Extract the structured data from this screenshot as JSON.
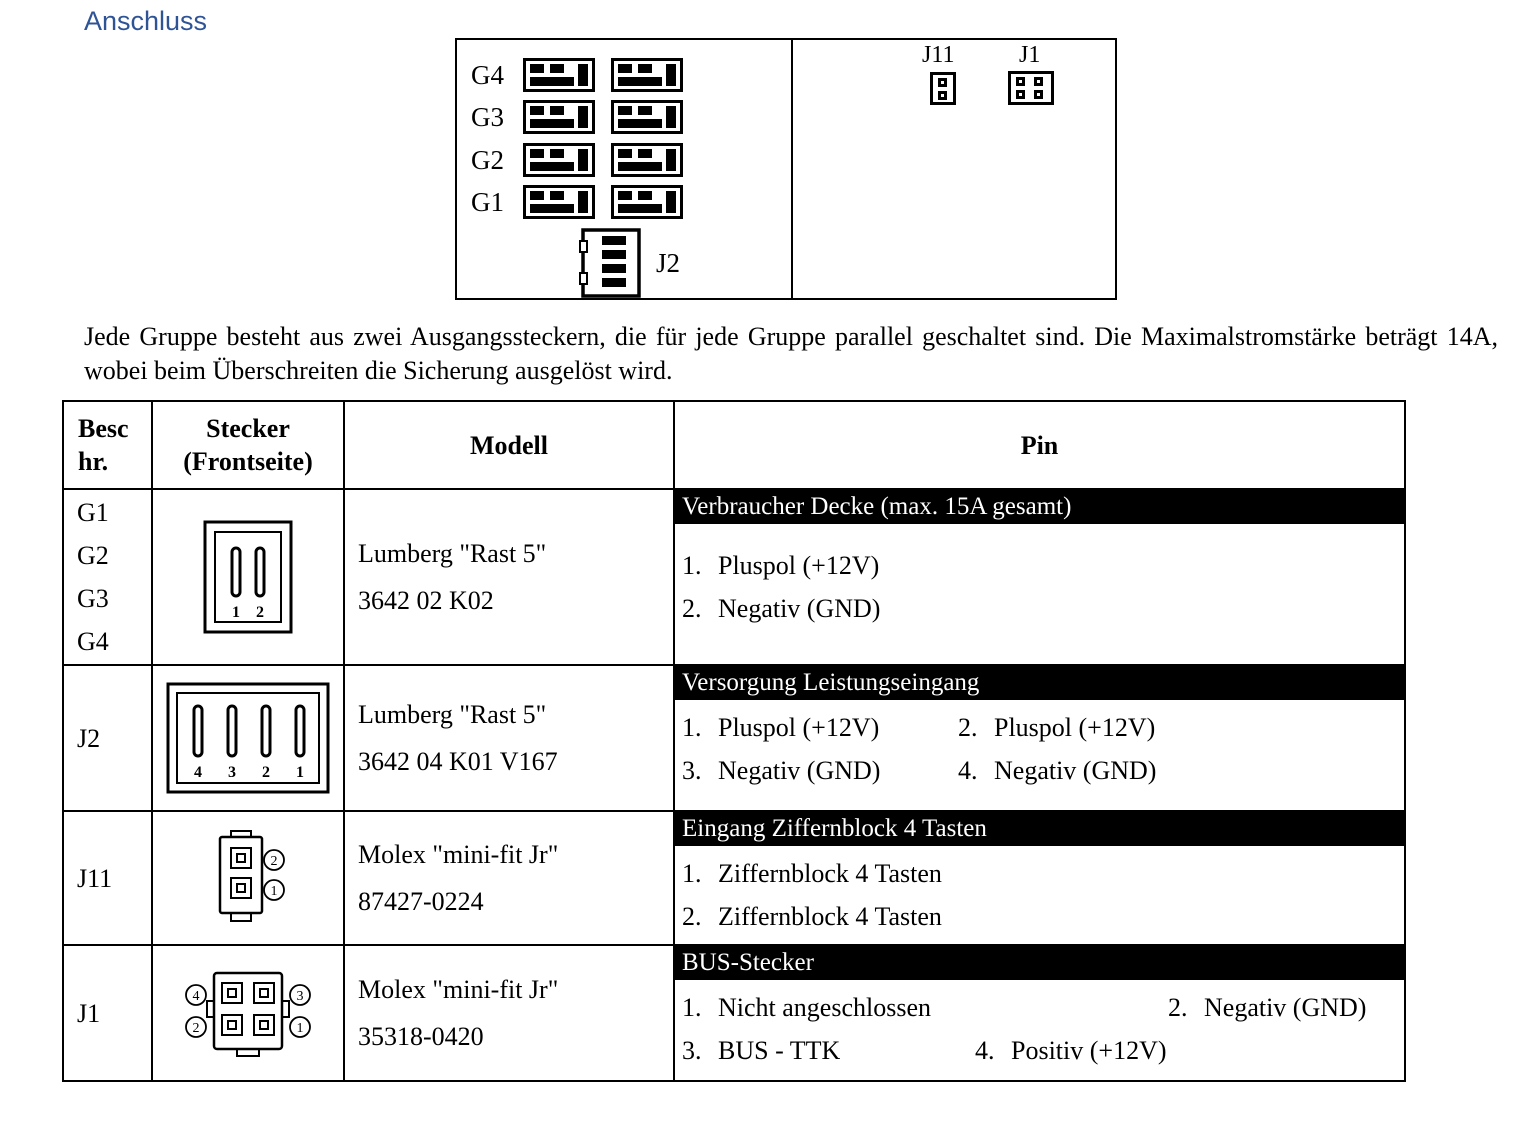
{
  "heading": "Anschluss",
  "colors": {
    "heading": "#2F5496",
    "pin_band_bg": "#000000",
    "pin_band_text": "#FFFFFF"
  },
  "diagram": {
    "group_labels": [
      "G4",
      "G3",
      "G2",
      "G1"
    ],
    "j2_label": "J2",
    "j11_label": "J11",
    "j1_label": "J1"
  },
  "paragraph": "Jede Gruppe besteht aus zwei Ausgangssteckern, die für jede Gruppe parallel geschaltet sind. Die Maximalstromstärke beträgt 14A, wobei beim Überschreiten die Sicherung ausgelöst wird.",
  "table": {
    "headers": {
      "beschr": [
        "Besc",
        "hr."
      ],
      "stecker": [
        "Stecker",
        "(Frontseite)"
      ],
      "modell": "Modell",
      "pin": "Pin"
    },
    "rows": [
      {
        "beschr": [
          "G1",
          "G2",
          "G3",
          "G4"
        ],
        "stecker_pins": [
          "1",
          "2"
        ],
        "modell": [
          "Lumberg \"Rast 5\"",
          "3642 02 K02"
        ],
        "pin_header": "Verbraucher Decke (max. 15A gesamt)",
        "pins": [
          {
            "m": "1.",
            "t": "Pluspol (+12V)"
          },
          {
            "m": "2.",
            "t": "Negativ (GND)"
          }
        ]
      },
      {
        "beschr": [
          "J2"
        ],
        "stecker_pins": [
          "4",
          "3",
          "2",
          "1"
        ],
        "modell": [
          "Lumberg \"Rast 5\"",
          "3642 04 K01 V167"
        ],
        "pin_header": "Versorgung Leistungseingang",
        "pins": [
          {
            "m": "1.",
            "t": "Pluspol (+12V)"
          },
          {
            "m": "2.",
            "t": "Pluspol (+12V)"
          },
          {
            "m": "3.",
            "t": "Negativ (GND)"
          },
          {
            "m": "4.",
            "t": "Negativ (GND)"
          }
        ]
      },
      {
        "beschr": [
          "J11"
        ],
        "stecker_pins": [
          "2",
          "1"
        ],
        "modell": [
          "Molex \"mini-fit Jr\"",
          "87427-0224"
        ],
        "pin_header": "Eingang Ziffernblock 4 Tasten",
        "pins": [
          {
            "m": "1.",
            "t": "Ziffernblock 4 Tasten"
          },
          {
            "m": "2.",
            "t": "Ziffernblock 4 Tasten"
          }
        ]
      },
      {
        "beschr": [
          "J1"
        ],
        "stecker_pins": [
          "4",
          "3",
          "2",
          "1"
        ],
        "modell": [
          "Molex \"mini-fit Jr\"",
          "35318-0420"
        ],
        "pin_header": "BUS-Stecker",
        "pins": [
          {
            "m": "1.",
            "t": "Nicht angeschlossen"
          },
          {
            "m": "2.",
            "t": "Negativ (GND)"
          },
          {
            "m": "3.",
            "t": "BUS - TTK"
          },
          {
            "m": "4.",
            "t": "Positiv (+12V)"
          }
        ]
      }
    ]
  }
}
